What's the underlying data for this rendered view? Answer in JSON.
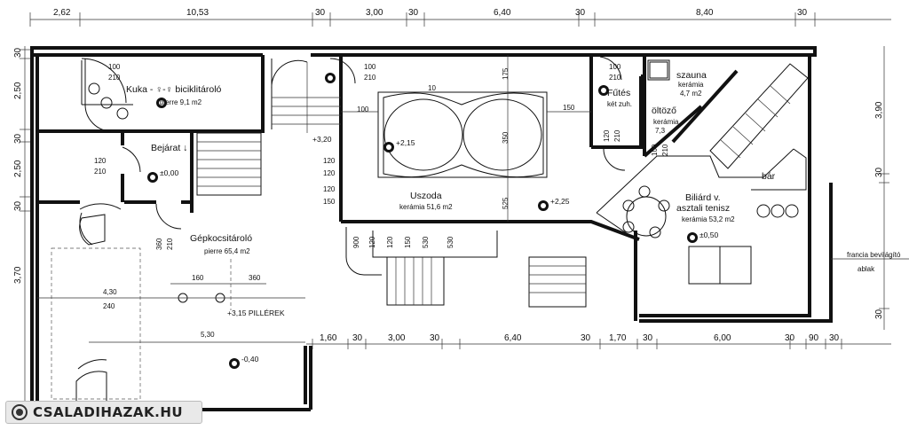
{
  "dims_top": [
    "2,62",
    "10,53",
    "30",
    "3,00",
    "30",
    "6,40",
    "30",
    "8,40",
    "30"
  ],
  "dims_bottom": [
    "1,60",
    "30",
    "3,00",
    "30",
    "6,40",
    "30",
    "1,70",
    "30",
    "6,00",
    "30",
    "90",
    "30"
  ],
  "dims_left": [
    "30",
    "2,50",
    "30",
    "2,50",
    "30",
    "3,70"
  ],
  "dims_right": [
    "3,90",
    "30",
    "30"
  ],
  "rooms": {
    "kuka": "Kuka - ♀-♀ biciklitároló",
    "kuka_area": "pierre 9,1 m2",
    "bejarat": "Bejárat ↓",
    "gepkocsi": "Gépkocsitároló",
    "gepkocsi_area": "pierre 65,4 m2",
    "uszoda": "Uszoda",
    "uszoda_area": "kerámia 51,6 m2",
    "futes": "Fűtés",
    "futes_sub": "két zuh.",
    "szauna": "szauna",
    "szauna_sub": "kerámia",
    "szauna_area": "4,7 m2",
    "oltozo": "öltöző",
    "oltozo_sub": "kerámia",
    "oltozo_area": "7,3",
    "biliard1": "Biliárd v.",
    "biliard2": "asztali tenisz",
    "biliard_area": "kerámia 53,2 m2",
    "bar": "bár"
  },
  "levels": [
    "+2,15",
    "±0,00",
    "+2,25",
    "±0,50",
    "-0,40",
    "+3,20"
  ],
  "pillars": "+3,15 PILLÉREK",
  "doors": {
    "d100": "100",
    "d210": "210",
    "d120": "120",
    "d360": "360"
  },
  "inner_dims": {
    "pool_175": "175",
    "pool_350": "350",
    "pool_525": "525",
    "pool_10": "10",
    "pool_100": "100",
    "pool_150": "150",
    "pool_120a": "120",
    "pool_120b": "120",
    "pool_120c": "120",
    "pool_150b": "150",
    "g_160": "160",
    "g_360": "360",
    "g_430": "4,30",
    "g_240": "240",
    "g_530": "5,30",
    "stair_900": "900",
    "stair_120": "120",
    "stair_120b": "120",
    "stair_150": "150",
    "stair_530": "530",
    "stair_530b": "530"
  },
  "window_note1": "francia bevilágító",
  "window_note2": "ablak",
  "watermark": "CSALADIHAZAK.HU"
}
